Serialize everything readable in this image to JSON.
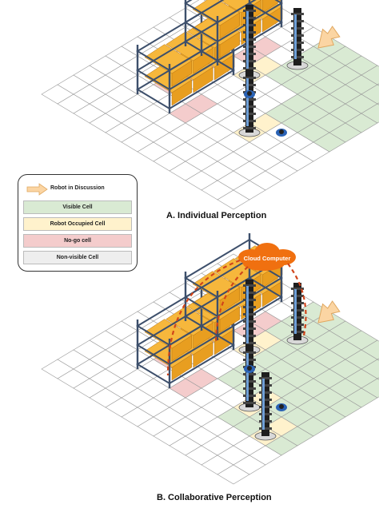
{
  "legend": {
    "arrow_label": "Robot in Discussion",
    "items": [
      {
        "label": "Visible Cell",
        "color": "#d9ead3"
      },
      {
        "label": "Robot Occupied Cell",
        "color": "#fff2cc"
      },
      {
        "label": "No-go cell",
        "color": "#f4cccc"
      },
      {
        "label": "Non-visible Cell",
        "color": "#eeeeee"
      }
    ]
  },
  "panel_a": {
    "caption": "A. Individual Perception"
  },
  "panel_b": {
    "caption": "B. Collaborative Perception",
    "cloud_label": "Cloud Computer"
  },
  "colors": {
    "visible": "#d9ead3",
    "occupied": "#fff2cc",
    "nogo": "#f4cccc",
    "grid_line": "#9a9a9a",
    "shelf_frame": "#3d4f6b",
    "box": "#f6b73c",
    "robot": "#1e1e1e",
    "arrow": "#fbd5a3",
    "cloud": "#f07010",
    "link": "#d0451b"
  }
}
